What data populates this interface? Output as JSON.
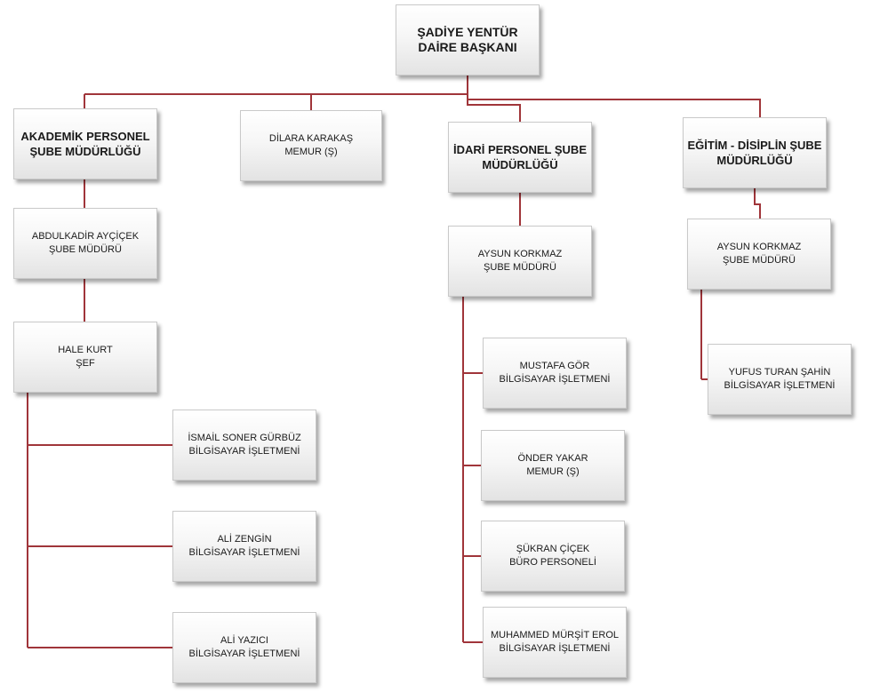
{
  "org_chart": {
    "root": {
      "line1": "ŞADİYE YENTÜR",
      "line2": "DAİRE BAŞKANI"
    },
    "units": {
      "akademik": {
        "head": {
          "line1": "AKADEMİK PERSONEL",
          "line2": "ŞUBE MÜDÜRLÜĞÜ"
        },
        "manager": {
          "line1": "ABDULKADİR  AYÇİÇEK",
          "line2": "ŞUBE MÜDÜRÜ"
        },
        "chief": {
          "line1": "HALE KURT",
          "line2": "ŞEF"
        },
        "staff": [
          {
            "line1": "İSMAİL SONER GÜRBÜZ",
            "line2": "BİLGİSAYAR İŞLETMENİ"
          },
          {
            "line1": "ALİ ZENGİN",
            "line2": "BİLGİSAYAR İŞLETMENİ"
          },
          {
            "line1": "ALİ YAZICI",
            "line2": "BİLGİSAYAR İŞLETMENİ"
          }
        ]
      },
      "memur": {
        "line1": "DİLARA KARAKAŞ",
        "line2": "MEMUR (Ş)"
      },
      "idari": {
        "head": {
          "line1": "İDARİ PERSONEL ŞUBE",
          "line2": "MÜDÜRLÜĞÜ"
        },
        "manager": {
          "line1": "AYSUN  KORKMAZ",
          "line2": "ŞUBE MÜDÜRÜ"
        },
        "staff": [
          {
            "line1": "MUSTAFA  GÖR",
            "line2": "BİLGİSAYAR İŞLETMENİ"
          },
          {
            "line1": "ÖNDER YAKAR",
            "line2": "MEMUR (Ş)"
          },
          {
            "line1": "ŞÜKRAN ÇİÇEK",
            "line2": "BÜRO PERSONELİ"
          },
          {
            "line1": "MUHAMMED  MÜRŞİT EROL",
            "line2": "BİLGİSAYAR İŞLETMENİ"
          }
        ]
      },
      "egitim": {
        "head": {
          "line1": "EĞİTİM  - DİSİPLİN ŞUBE",
          "line2": "MÜDÜRLÜĞÜ"
        },
        "manager": {
          "line1": "AYSUN  KORKMAZ",
          "line2": "ŞUBE MÜDÜRÜ"
        },
        "staff": [
          {
            "line1": "YUFUS TURAN ŞAHİN",
            "line2": "BİLGİSAYAR İŞLETMENİ"
          }
        ]
      }
    },
    "line_color": "#a0353a"
  }
}
